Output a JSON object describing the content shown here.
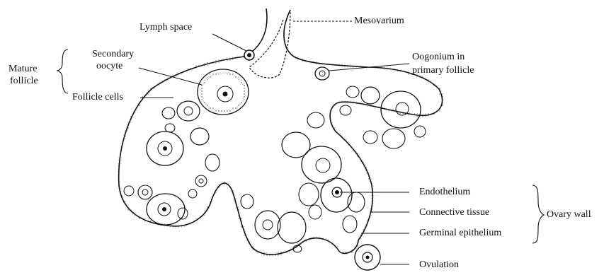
{
  "labels": {
    "lymph_space": "Lymph space",
    "mesovarium": "Mesovarium",
    "secondary_oocyte_1": "Secondary",
    "secondary_oocyte_2": "oocyte",
    "mature_follicle_1": "Mature",
    "mature_follicle_2": "follicle",
    "follicle_cells": "Follicle cells",
    "oogonium_1": "Oogonium in",
    "oogonium_2": "primary follicle",
    "endothelium": "Endothelium",
    "connective_tissue": "Connective tissue",
    "germinal_epithelium": "Germinal epithelium",
    "ovary_wall": "Ovary wall",
    "ovulation": "Ovulation"
  },
  "colors": {
    "ink": "#111111",
    "background": "#ffffff"
  }
}
